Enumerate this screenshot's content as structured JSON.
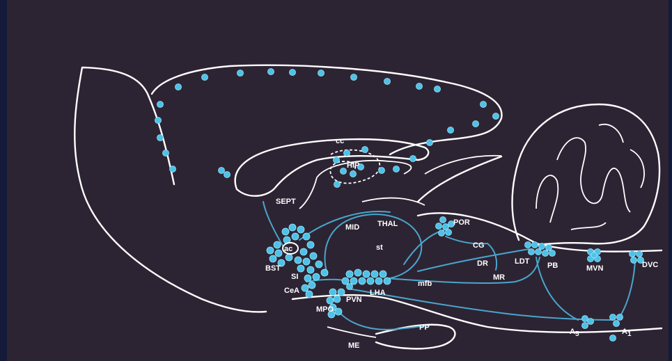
{
  "diagram": {
    "labels": {
      "cc": "cc",
      "hip": "HIP",
      "sept": "SEPT",
      "ac": "ac",
      "bst": "BST",
      "si": "SI",
      "cea": "CeA",
      "mid": "MID",
      "thal": "THAL",
      "st": "st",
      "lha": "LHA",
      "pvn": "PVN",
      "mpo": "MPO",
      "me": "ME",
      "pp": "PP",
      "mfb": "mfb",
      "por": "POR",
      "cg": "CG",
      "dr": "DR",
      "mr": "MR",
      "ldt": "LDT",
      "pb": "PB",
      "mvn": "MVN",
      "dvc": "DVC",
      "a5": "A",
      "a5_sub": "5",
      "a1": "A",
      "a1_sub": "1"
    },
    "colors": {
      "background": "#2d2433",
      "frame": "#141a3a",
      "outline": "#ffffff",
      "cell": "#4cc2e8",
      "projection": "#49a7cc"
    }
  }
}
